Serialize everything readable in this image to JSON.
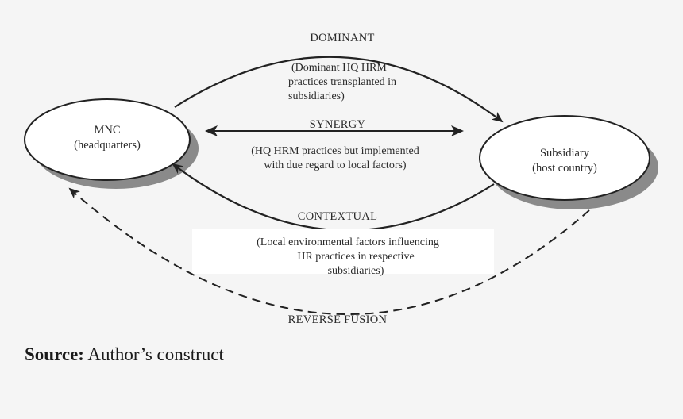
{
  "nodes": {
    "hq": {
      "line1": "MNC",
      "line2": "(headquarters)"
    },
    "subsidiary": {
      "line1": "Subsidiary",
      "line2": "(host country)"
    }
  },
  "flows": {
    "dominant": {
      "title": "DOMINANT",
      "desc": [
        "(Dominant HQ HRM",
        "practices transplanted in",
        "subsidiaries)"
      ]
    },
    "synergy": {
      "title": "SYNERGY",
      "desc": [
        "(HQ HRM practices but implemented",
        "with due regard to local factors)"
      ]
    },
    "contextual": {
      "title": "CONTEXTUAL",
      "desc": [
        "(Local environmental factors influencing",
        "HR practices in respective",
        "subsidiaries)"
      ]
    },
    "reverse_fusion": {
      "title": "REVERSE FUSION"
    }
  },
  "source": {
    "label": "Source:",
    "text": " Author’s construct"
  }
}
